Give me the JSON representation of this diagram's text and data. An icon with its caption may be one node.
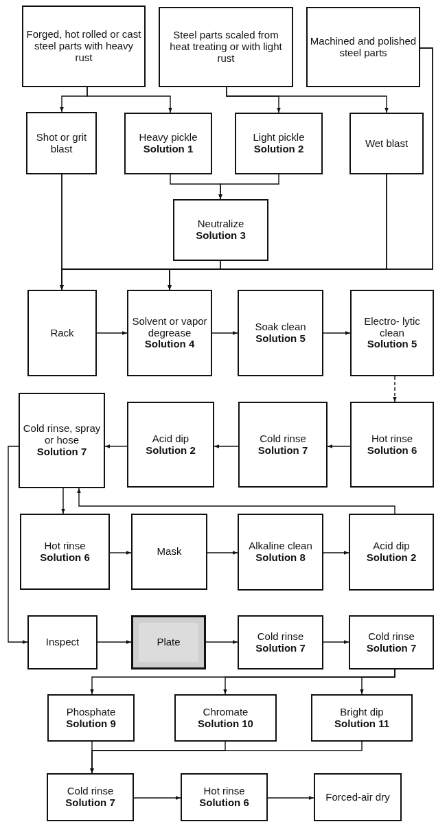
{
  "diagram": {
    "nodes": [
      {
        "text": [
          "Forged, hot rolled or cast steel parts with heavy rust"
        ]
      },
      {
        "text": [
          "Steel parts scaled from heat treating or with light rust"
        ]
      },
      {
        "text": [
          "Machined and polished steel parts"
        ]
      },
      {
        "text": [
          "Shot or grit blast"
        ]
      },
      {
        "text": [
          "Heavy pickle",
          "Solution 1"
        ]
      },
      {
        "text": [
          "Light pickle",
          "Solution 2"
        ]
      },
      {
        "text": [
          "Wet blast"
        ]
      },
      {
        "text": [
          "Neutralize",
          "Solution 3"
        ]
      },
      {
        "text": [
          "Rack"
        ]
      },
      {
        "text": [
          "Solvent or vapor degrease",
          "Solution 4"
        ]
      },
      {
        "text": [
          "Soak clean",
          "Solution 5"
        ]
      },
      {
        "text": [
          "Electro- lytic clean",
          "Solution 5"
        ]
      },
      {
        "text": [
          "Cold rinse, spray or hose",
          "Solution 7"
        ]
      },
      {
        "text": [
          "Acid dip",
          "Solution 2"
        ]
      },
      {
        "text": [
          "Cold rinse",
          "Solution 7"
        ]
      },
      {
        "text": [
          "Hot rinse",
          "Solution 6"
        ]
      },
      {
        "text": [
          "Hot rinse",
          "Solution 6"
        ]
      },
      {
        "text": [
          "Mask"
        ]
      },
      {
        "text": [
          "Alkaline clean",
          "Solution 8"
        ]
      },
      {
        "text": [
          "Acid dip",
          "Solution 2"
        ]
      },
      {
        "text": [
          "Inspect"
        ]
      },
      {
        "text": [
          "Plate"
        ]
      },
      {
        "text": [
          "Cold rinse",
          "Solution 7"
        ]
      },
      {
        "text": [
          "Cold rinse",
          "Solution 7"
        ]
      },
      {
        "text": [
          "Phosphate",
          "Solution 9"
        ]
      },
      {
        "text": [
          "Chromate",
          "Solution 10"
        ]
      },
      {
        "text": [
          "Bright dip",
          "Solution 11"
        ]
      },
      {
        "text": [
          "Cold rinse",
          "Solution 7"
        ]
      },
      {
        "text": [
          "Hot rinse",
          "Solution 6"
        ]
      },
      {
        "text": [
          "Forced-air dry"
        ]
      }
    ],
    "edges": [
      {
        "from": 0,
        "to": 3,
        "arrow": "to"
      },
      {
        "from": 0,
        "to": 4,
        "arrow": "to"
      },
      {
        "from": 1,
        "to": 5,
        "arrow": "to"
      },
      {
        "from": 1,
        "to": 6,
        "arrow": "to"
      },
      {
        "from": 4,
        "to": 7,
        "arrow": "to"
      },
      {
        "from": 5,
        "to": 7,
        "arrow": "to"
      },
      {
        "from": 3,
        "to": 8,
        "arrow": "to"
      },
      {
        "from": 3,
        "to": 9,
        "arrow": "to"
      },
      {
        "from": 7,
        "to": 8,
        "arrow": "to"
      },
      {
        "from": 7,
        "to": 9,
        "arrow": "to"
      },
      {
        "from": 6,
        "to": 8,
        "arrow": "to"
      },
      {
        "from": 6,
        "to": 9,
        "arrow": "to"
      },
      {
        "from": 2,
        "to": 8,
        "arrow": "to"
      },
      {
        "from": 2,
        "to": 9,
        "arrow": "to"
      },
      {
        "from": 8,
        "to": 9,
        "arrow": "to"
      },
      {
        "from": 9,
        "to": 10,
        "arrow": "to"
      },
      {
        "from": 10,
        "to": 11,
        "arrow": "to"
      },
      {
        "from": 11,
        "to": 15,
        "arrow": "to",
        "style": "dashed"
      },
      {
        "from": 15,
        "to": 14,
        "arrow": "to"
      },
      {
        "from": 14,
        "to": 13,
        "arrow": "to"
      },
      {
        "from": 13,
        "to": 12,
        "arrow": "to"
      },
      {
        "from": 12,
        "to": 16,
        "arrow": "to"
      },
      {
        "from": 19,
        "to": 12,
        "arrow": "to"
      },
      {
        "from": 16,
        "to": 17,
        "arrow": "to"
      },
      {
        "from": 17,
        "to": 18,
        "arrow": "to"
      },
      {
        "from": 18,
        "to": 19,
        "arrow": "to"
      },
      {
        "from": 12,
        "to": 20,
        "arrow": "to"
      },
      {
        "from": 20,
        "to": 21,
        "arrow": "to"
      },
      {
        "from": 21,
        "to": 22,
        "arrow": "to"
      },
      {
        "from": 22,
        "to": 23,
        "arrow": "to"
      },
      {
        "from": 23,
        "to": 24,
        "arrow": "to"
      },
      {
        "from": 23,
        "to": 25,
        "arrow": "to"
      },
      {
        "from": 23,
        "to": 26,
        "arrow": "to"
      },
      {
        "from": 24,
        "to": 27,
        "arrow": "to"
      },
      {
        "from": 25,
        "to": 27,
        "arrow": "to"
      },
      {
        "from": 26,
        "to": 27,
        "arrow": "to"
      },
      {
        "from": 27,
        "to": 28,
        "arrow": "to"
      },
      {
        "from": 28,
        "to": 29,
        "arrow": "to"
      }
    ]
  }
}
